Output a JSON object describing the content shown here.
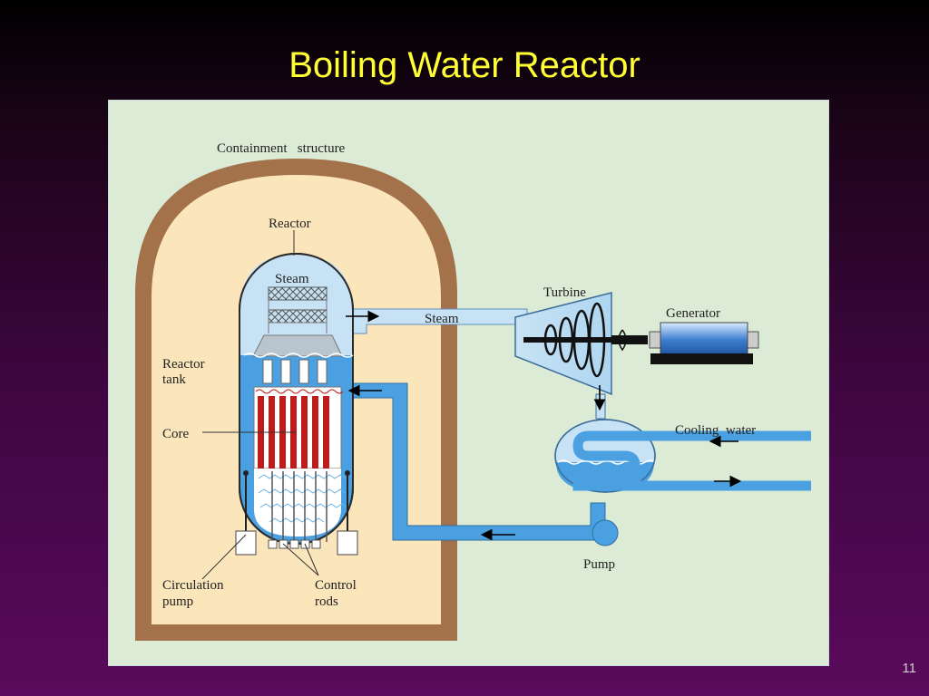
{
  "slide": {
    "title": "Boiling Water Reactor",
    "page_number": "11"
  },
  "diagram": {
    "labels": {
      "containment_structure": "Containment   structure",
      "reactor": "Reactor",
      "steam_dome": "Steam",
      "steam_pipe": "Steam",
      "turbine": "Turbine",
      "generator": "Generator",
      "reactor_tank_line1": "Reactor",
      "reactor_tank_line2": "tank",
      "core": "Core",
      "cooling_water": "Cooling  water",
      "pump": "Pump",
      "circulation_pump_line1": "Circulation",
      "circulation_pump_line2": "pump",
      "control_rods_line1": "Control",
      "control_rods_line2": "rods"
    },
    "colors": {
      "panel_background": "#dcebd6",
      "containment_wall": "#a3714a",
      "containment_inside": "#fbe6bc",
      "water": "#4aa0e0",
      "steam": "#c7e2f4",
      "fuel_rods": "#c01b1b",
      "title": "#ffff33"
    }
  }
}
